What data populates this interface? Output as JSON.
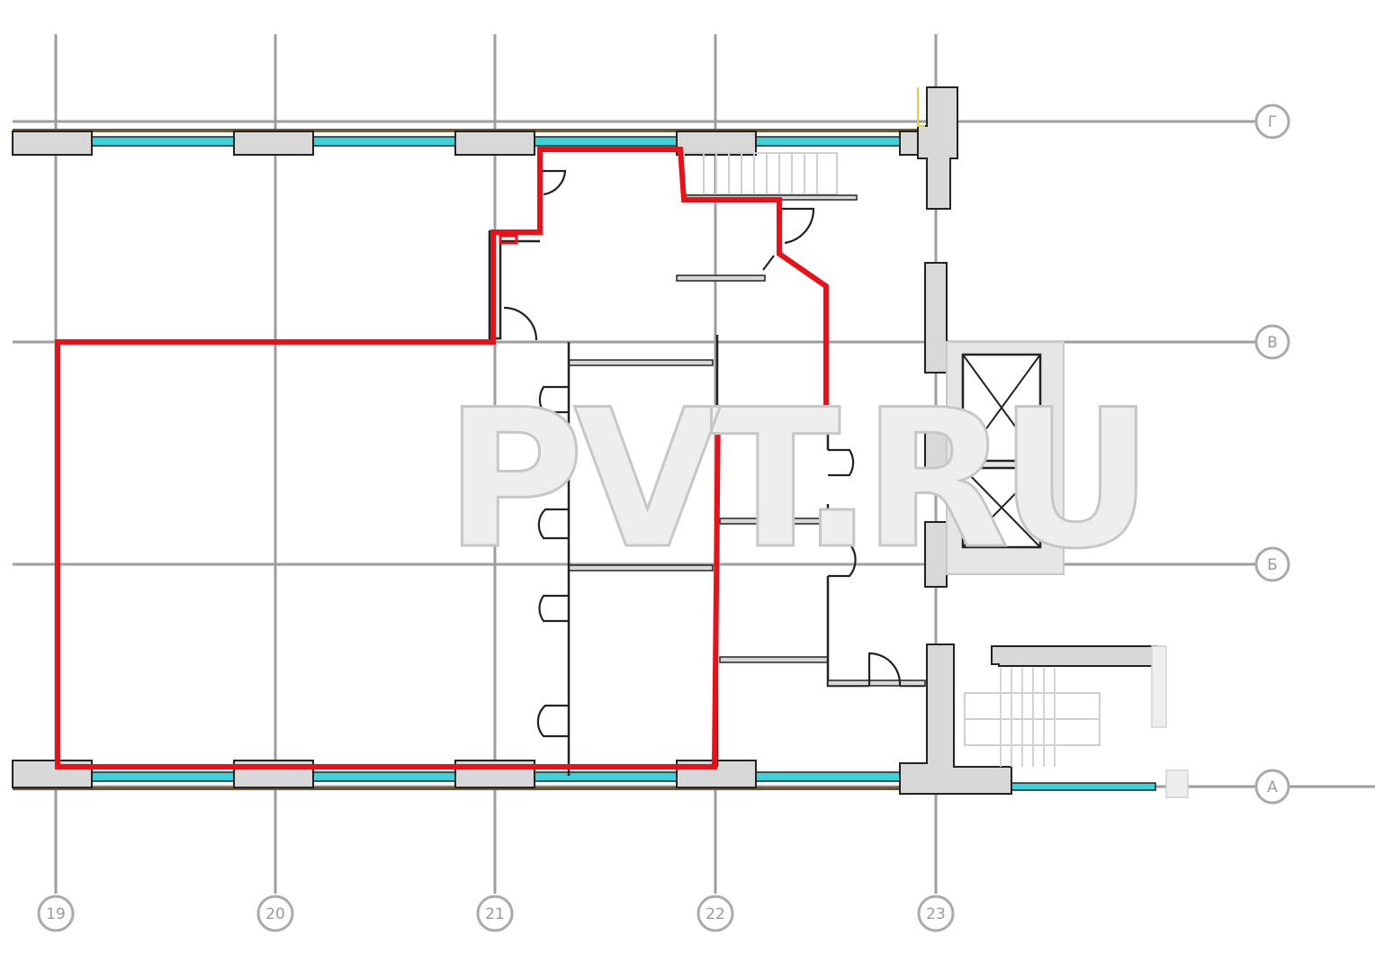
{
  "plan": {
    "watermark": "PVT.RU",
    "axes_vertical": [
      "19",
      "20",
      "21",
      "22",
      "23"
    ],
    "axes_horizontal": [
      "Г",
      "В",
      "Б",
      "А"
    ],
    "colors": {
      "boundary": "#e3121b",
      "grid": "#9e9e9e",
      "wall_fill": "#d8d8d8",
      "window_glass": "#3fd0d8",
      "line": "#222222"
    }
  }
}
